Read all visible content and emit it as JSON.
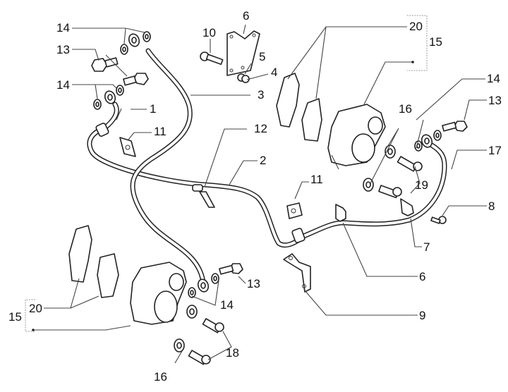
{
  "diagram": {
    "title": "Front and rear brake caliper and hose assembly (exploded parts view)",
    "callouts": [
      {
        "id": "c14a",
        "label": "14",
        "part": "washer"
      },
      {
        "id": "c13a",
        "label": "13",
        "part": "banjo bolt"
      },
      {
        "id": "c14b",
        "label": "14",
        "part": "washer"
      },
      {
        "id": "c1",
        "label": "1",
        "part": "brake hose"
      },
      {
        "id": "c11a",
        "label": "11",
        "part": "hose clip"
      },
      {
        "id": "c10",
        "label": "10",
        "part": "bolt"
      },
      {
        "id": "c6a",
        "label": "6",
        "part": "bracket plate"
      },
      {
        "id": "c5",
        "label": "5",
        "part": "washer"
      },
      {
        "id": "c4",
        "label": "4",
        "part": "nut"
      },
      {
        "id": "c3",
        "label": "3",
        "part": "brake hose"
      },
      {
        "id": "c12",
        "label": "12",
        "part": "hose guide"
      },
      {
        "id": "c2",
        "label": "2",
        "part": "brake hose"
      },
      {
        "id": "c20a",
        "label": "20",
        "part": "brake pads"
      },
      {
        "id": "c15a",
        "label": "15",
        "part": "caliper assembly"
      },
      {
        "id": "c16a",
        "label": "16",
        "part": "washer"
      },
      {
        "id": "c14c",
        "label": "14",
        "part": "washer"
      },
      {
        "id": "c13b",
        "label": "13",
        "part": "banjo bolt"
      },
      {
        "id": "c17",
        "label": "17",
        "part": "brake hose"
      },
      {
        "id": "c19",
        "label": "19",
        "part": "caliper bolts"
      },
      {
        "id": "c11b",
        "label": "11",
        "part": "hose clip"
      },
      {
        "id": "c8",
        "label": "8",
        "part": "screw"
      },
      {
        "id": "c7",
        "label": "7",
        "part": "hose clamp"
      },
      {
        "id": "c6b",
        "label": "6",
        "part": "hose clamp"
      },
      {
        "id": "c9",
        "label": "9",
        "part": "bracket"
      },
      {
        "id": "c13c",
        "label": "13",
        "part": "banjo bolt"
      },
      {
        "id": "c14d",
        "label": "14",
        "part": "washer"
      },
      {
        "id": "c20b",
        "label": "20",
        "part": "brake pads"
      },
      {
        "id": "c15b",
        "label": "15",
        "part": "caliper assembly"
      },
      {
        "id": "c18",
        "label": "18",
        "part": "caliper bolts"
      },
      {
        "id": "c16b",
        "label": "16",
        "part": "washer"
      }
    ]
  }
}
